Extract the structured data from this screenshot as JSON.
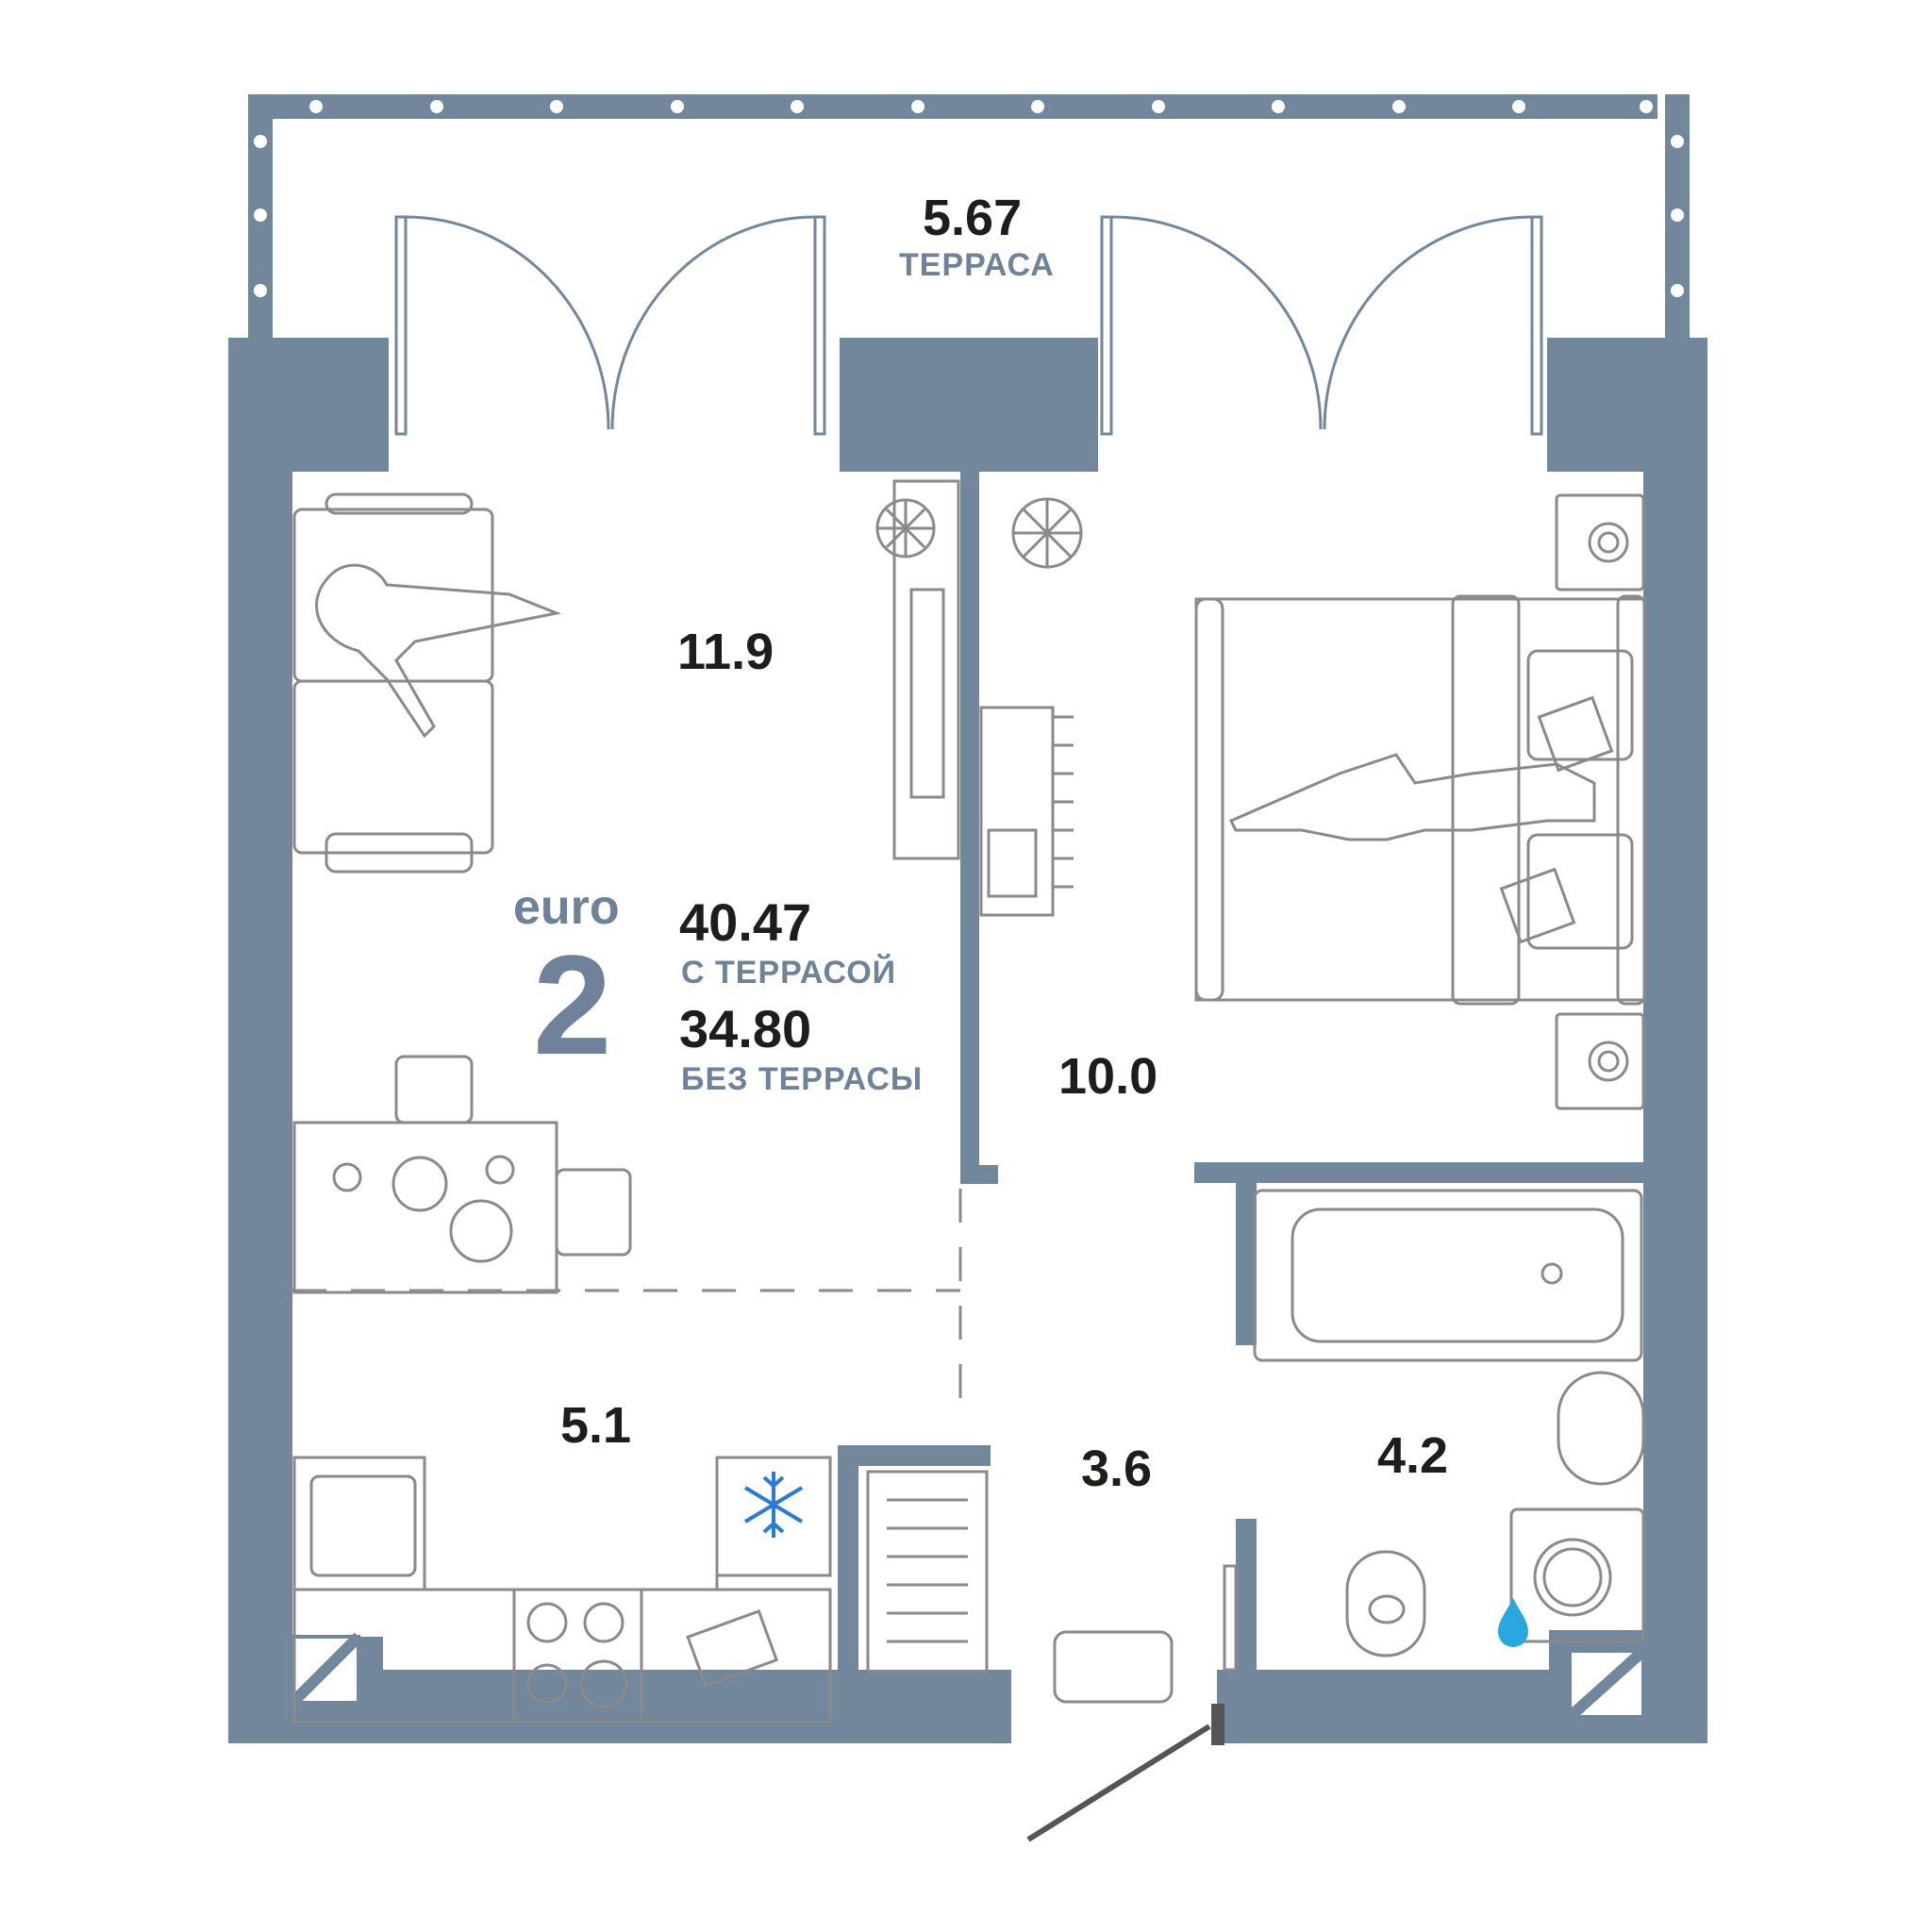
{
  "rooms": {
    "terrace": {
      "area": "5.67",
      "name": "ТЕРРАСА"
    },
    "living": {
      "area": "11.9"
    },
    "bedroom": {
      "area": "10.0"
    },
    "kitchen": {
      "area": "5.1"
    },
    "hall": {
      "area": "3.6"
    },
    "bathroom": {
      "area": "4.2"
    }
  },
  "apartment": {
    "type_prefix": "euro",
    "room_count": "2",
    "area_with_terrace": "40.47",
    "label_with_terrace": "С ТЕРРАСОЙ",
    "area_without_terrace": "34.80",
    "label_without_terrace": "БЕЗ ТЕРРАСЫ"
  },
  "colors": {
    "wall": "#72869c",
    "furniture_line": "#8a8a8a",
    "accent_text": "#6f8299",
    "snowflake": "#2b7bd6",
    "water_drop": "#29a8e0"
  },
  "icons": [
    "snowflake-icon",
    "water-drop-icon"
  ]
}
